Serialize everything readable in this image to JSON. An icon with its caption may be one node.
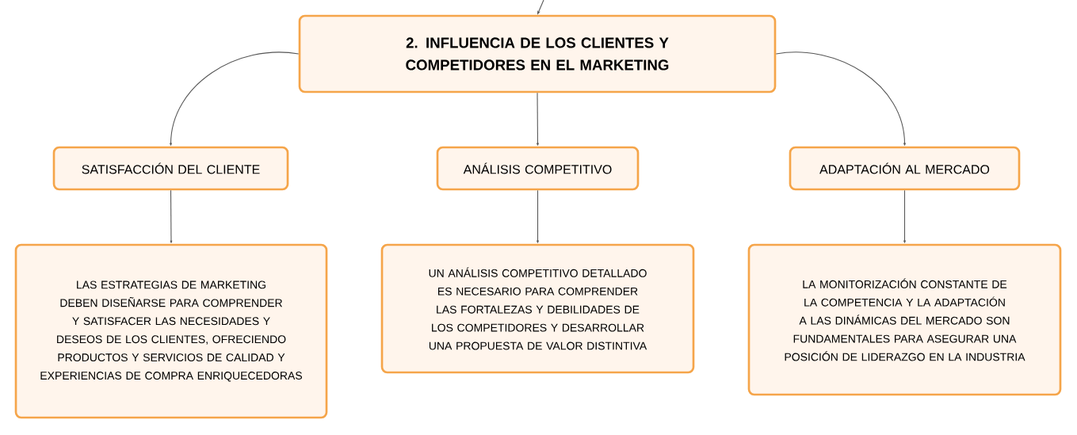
{
  "diagram": {
    "nodes": [
      {
        "text": [
          "2. INFLUENCIA DE LOS CLIENTES Y COMPETIDORES EN EL MARKETING"
        ]
      },
      {
        "text": [
          "SATISFACCIÓN DEL CLIENTE"
        ]
      },
      {
        "text": [
          "ANÁLISIS COMPETITIVO"
        ]
      },
      {
        "text": [
          "ADAPTACIÓN AL MERCADO"
        ]
      },
      {
        "text": [
          "LAS ESTRATEGIAS DE MARKETING DEBEN DISEÑARSE PARA COMPRENDER Y SATISFACER LAS NECESIDADES Y DESEOS DE LOS CLIENTES, OFRECIENDO PRODUCTOS Y SERVICIOS DE CALIDAD Y EXPERIENCIAS DE COMPRA ENRIQUECEDORAS"
        ]
      },
      {
        "text": [
          "UN ANÁLISIS COMPETITIVO DETALLADO ES NECESARIO PARA COMPRENDER LAS FORTALEZAS Y DEBILIDADES DE LOS COMPETIDORES Y DESARROLLAR UNA PROPUESTA DE VALOR DISTINTIVA"
        ]
      },
      {
        "text": [
          "LA MONITORIZACIÓN CONSTANTE DE LA COMPETENCIA Y LA ADAPTACIÓN A LAS DINÁMICAS DEL MERCADO SON FUNDAMENTALES PARA ASEGURAR UNA POSICIÓN DE LIDERAZGO EN LA INDUSTRIA"
        ]
      }
    ],
    "edges": [
      {
        "from": null,
        "to": 0,
        "arrow": "to"
      },
      {
        "from": 0,
        "to": 1,
        "arrow": "to"
      },
      {
        "from": 0,
        "to": 2,
        "arrow": "to"
      },
      {
        "from": 0,
        "to": 3,
        "arrow": "to"
      },
      {
        "from": 1,
        "to": 4,
        "arrow": "to"
      },
      {
        "from": 2,
        "to": 5,
        "arrow": "to"
      },
      {
        "from": 3,
        "to": 6,
        "arrow": "to"
      }
    ]
  }
}
